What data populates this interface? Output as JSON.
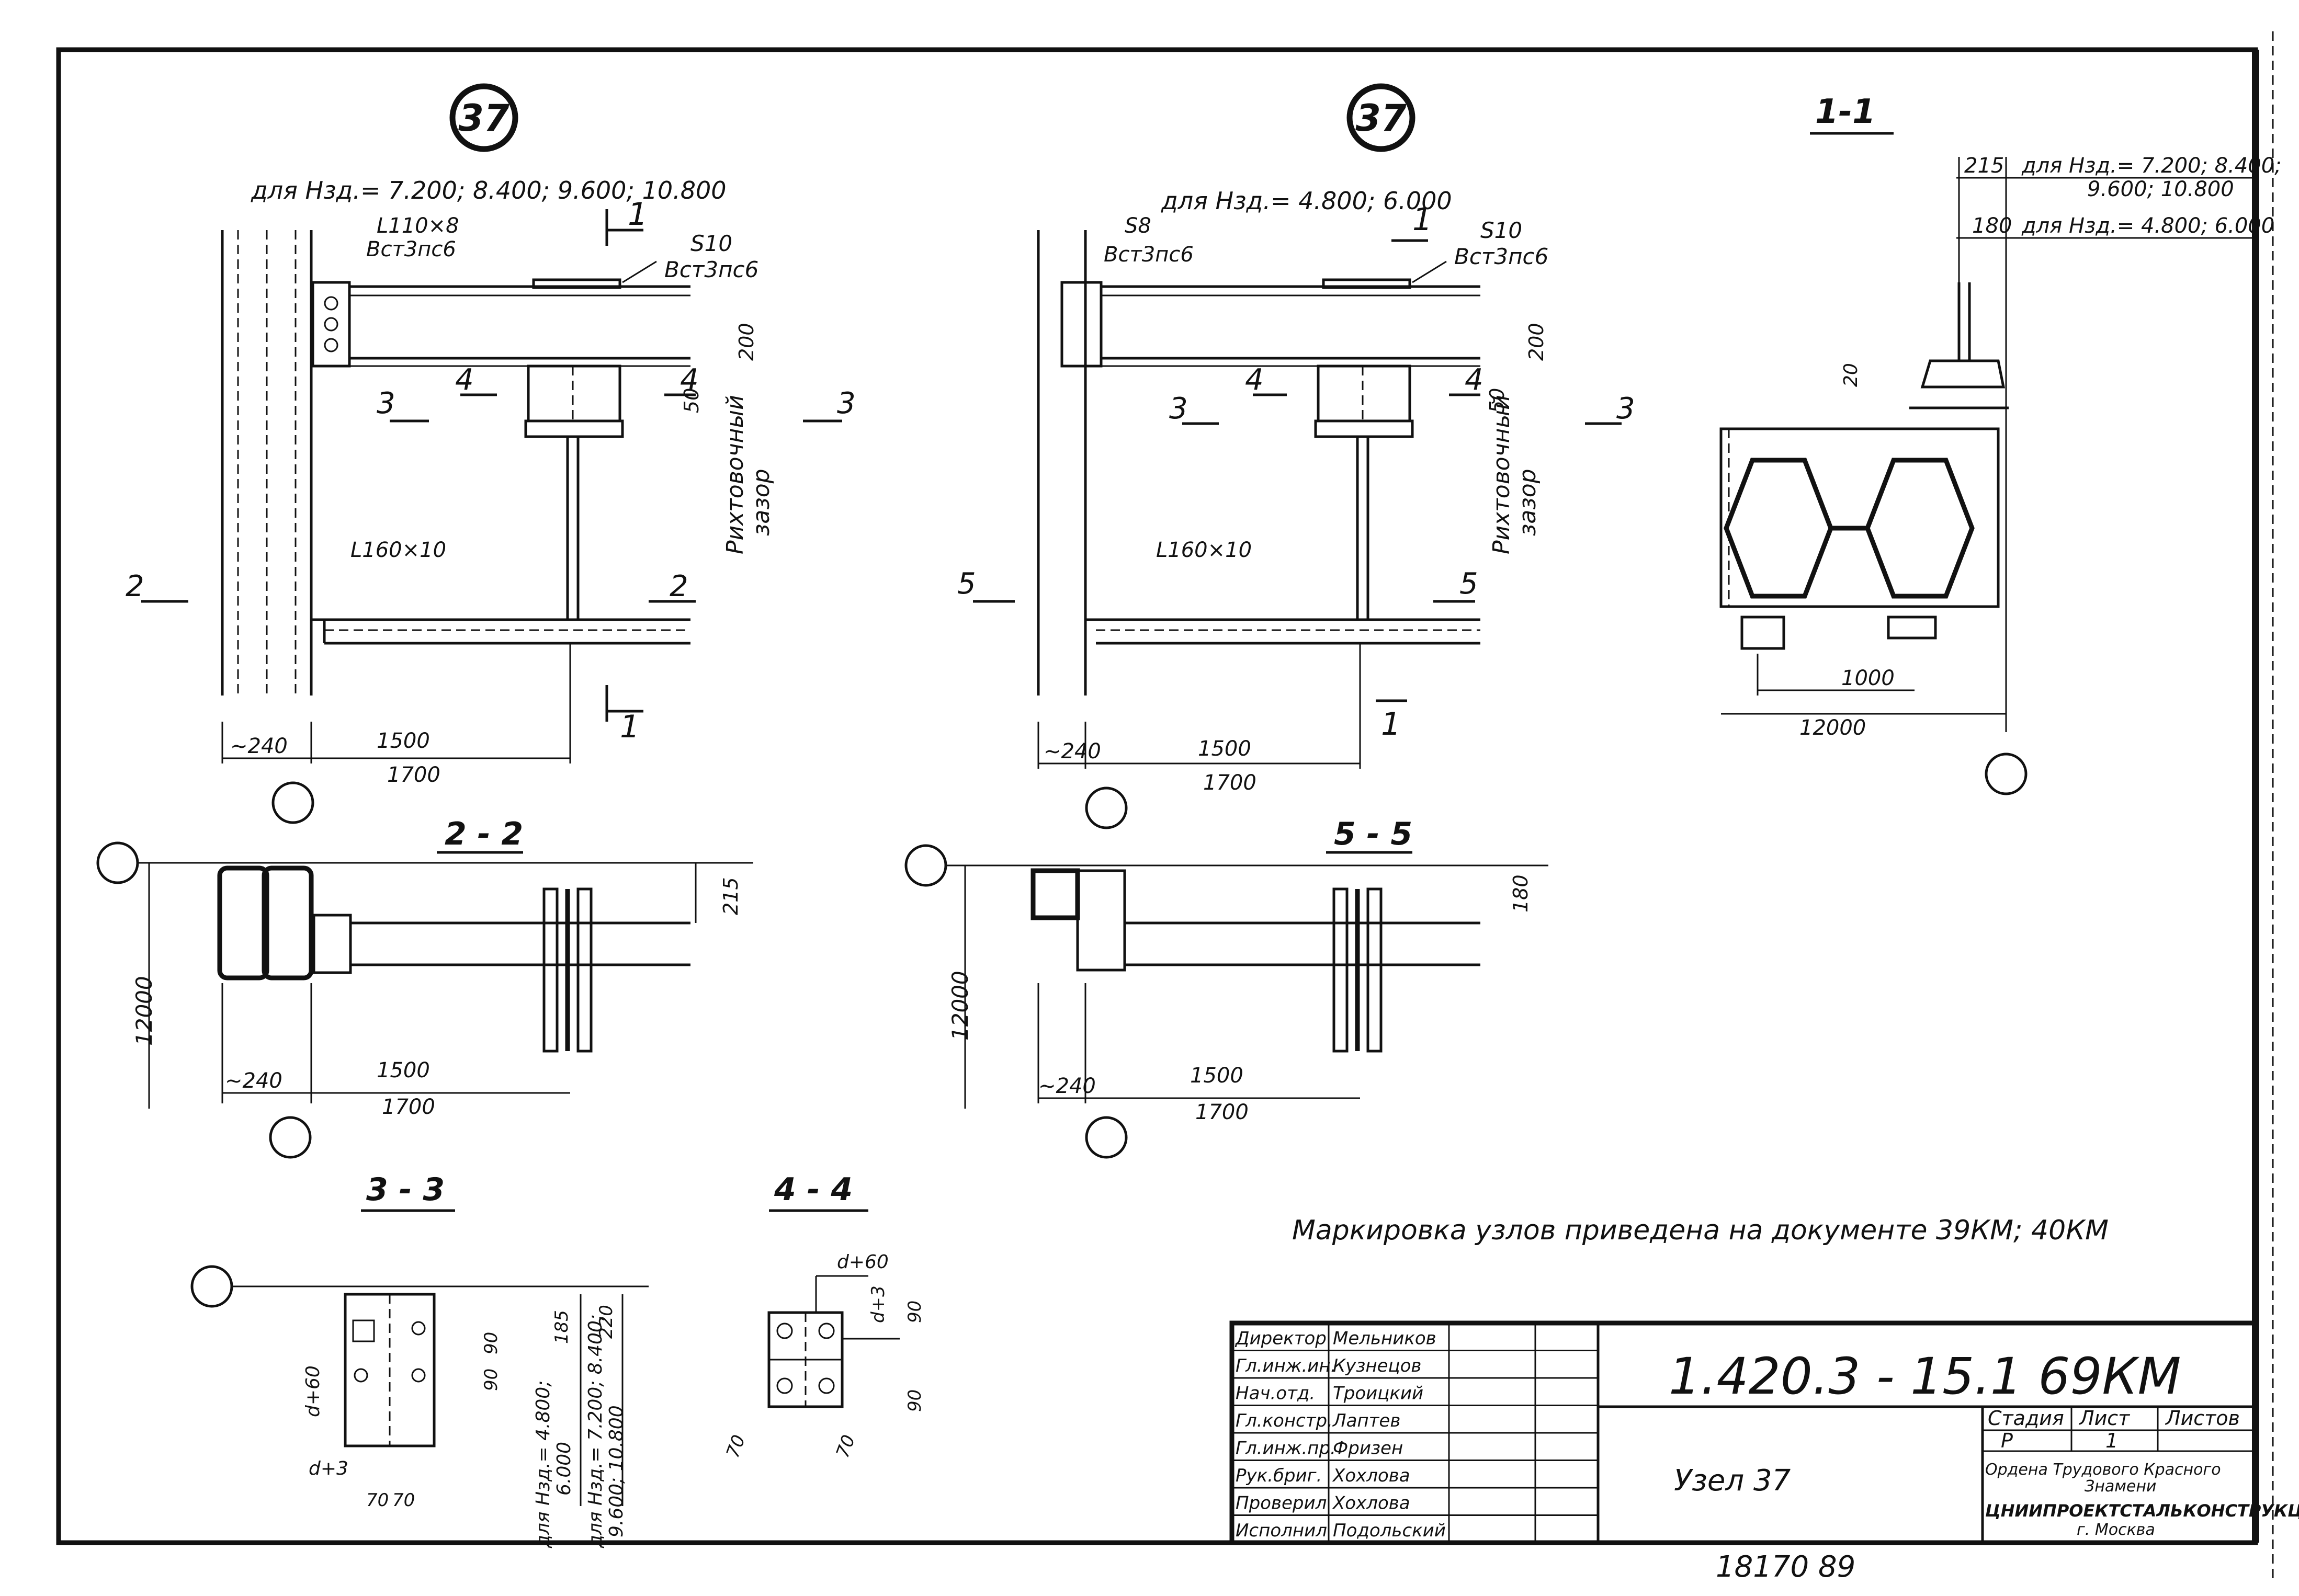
{
  "colors": {
    "ink": "#111111",
    "paper": "#ffffff"
  },
  "node_left": {
    "number": "37",
    "heights": "для  Нзд.= 7.200; 8.400; 9.600; 10.800",
    "angle_top": "L110×8",
    "angle_top_steel": "Вст3пс6",
    "plate": "S10",
    "plate_steel": "Вст3пс6",
    "angle_bottom": "L160×10",
    "dim_240": "~240",
    "dim_1500": "1500",
    "dim_1700": "1700",
    "dim_200": "200",
    "dim_50": "50",
    "gap_label_1": "Рихтовочный",
    "gap_label_2": "зазор",
    "cut_1": "1",
    "cut_2": "2",
    "cut_3": "3",
    "cut_4": "4"
  },
  "node_right": {
    "number": "37",
    "heights": "для Нзд.= 4.800; 6.000",
    "plate_left": "S8",
    "plate_left_steel": "Вст3пс6",
    "plate": "S10",
    "plate_steel": "Вст3пс6",
    "angle_bottom": "L160×10",
    "dim_240": "~240",
    "dim_1500": "1500",
    "dim_1700": "1700",
    "dim_200": "200",
    "dim_50": "50",
    "gap_label_1": "Рихтовочный",
    "gap_label_2": "зазор",
    "cut_1": "1",
    "cut_3": "3",
    "cut_4": "4",
    "cut_5": "5"
  },
  "section_1_1": {
    "title": "1-1",
    "dim_215": "215",
    "note_215_a": "для  Нзд.= 7.200; 8.400;",
    "note_215_b": "9.600; 10.800",
    "dim_180": "180",
    "note_180": "для  Нзд.= 4.800; 6.000",
    "dim_20": "20",
    "dim_1000": "1000",
    "dim_12000": "12000"
  },
  "section_2_2": {
    "title": "2 - 2",
    "dim_215": "215",
    "dim_12000": "12000",
    "dim_240": "~240",
    "dim_1500": "1500",
    "dim_1700": "1700"
  },
  "section_5_5": {
    "title": "5 - 5",
    "dim_180": "180",
    "dim_12000": "12000",
    "dim_240": "~240",
    "dim_1500": "1500",
    "dim_1700": "1700"
  },
  "section_3_3": {
    "title": "3 - 3",
    "dim_d60": "d+60",
    "dim_d3": "d+3",
    "dim_70a": "70",
    "dim_70b": "70",
    "dim_90a": "90",
    "dim_90b": "90",
    "dim_185": "185",
    "dim_220": "220",
    "note_a1": "для Нзд.= 4.800;",
    "note_a2": "6.000",
    "note_b1": "для Нзд.= 7.200; 8.400;",
    "note_b2": "9.600; 10.800"
  },
  "section_4_4": {
    "title": "4 - 4",
    "dim_d60": "d+60",
    "dim_d3": "d+3",
    "dim_90a": "90",
    "dim_90b": "90",
    "dim_70a": "70",
    "dim_70b": "70"
  },
  "note": "Маркировка   узлов  приведена  на  документе  39КМ; 40КМ",
  "title_block": {
    "code": "1.420.3 - 15.1   69КМ",
    "name": "Узел 37",
    "stage_h": "Стадия",
    "sheet_h": "Лист",
    "sheets_h": "Листов",
    "stage": "Р",
    "sheet": "1",
    "sheets": "",
    "org_1": "Ордена  Трудового Красного",
    "org_2": "Знамени",
    "org_3": "ЦНИИПРОЕКТСТАЛЬКОНСТРУКЦИЯ",
    "org_4": "г. Москва",
    "roles": [
      {
        "role": "Директор",
        "name": "Мельников"
      },
      {
        "role": "Гл.инж.ин.",
        "name": "Кузнецов"
      },
      {
        "role": "Нач.отд.",
        "name": "Троицкий"
      },
      {
        "role": "Гл.констр.",
        "name": "Лаптев"
      },
      {
        "role": "Гл.инж.пр.",
        "name": "Фризен"
      },
      {
        "role": "Рук.бриг.",
        "name": "Хохлова"
      },
      {
        "role": "Проверил",
        "name": "Хохлова"
      },
      {
        "role": "Исполнил",
        "name": "Подольский"
      }
    ],
    "inventory": "18170  89"
  }
}
